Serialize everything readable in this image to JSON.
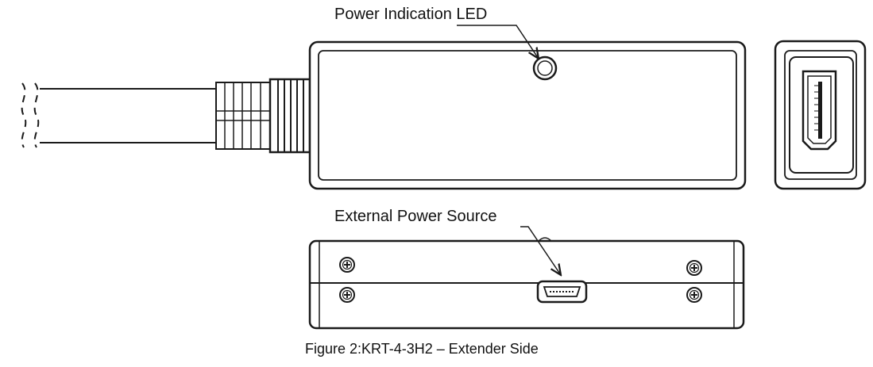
{
  "labels": {
    "power_led": "Power Indication LED",
    "external_power": "External Power Source"
  },
  "caption": "Figure 2:KRT-4-3H2 – Extender Side",
  "icons": {
    "led": "led-indicator-icon",
    "usb_port": "micro-usb-port-icon",
    "hdmi_port": "hdmi-port-icon",
    "screw": "screw-icon"
  }
}
